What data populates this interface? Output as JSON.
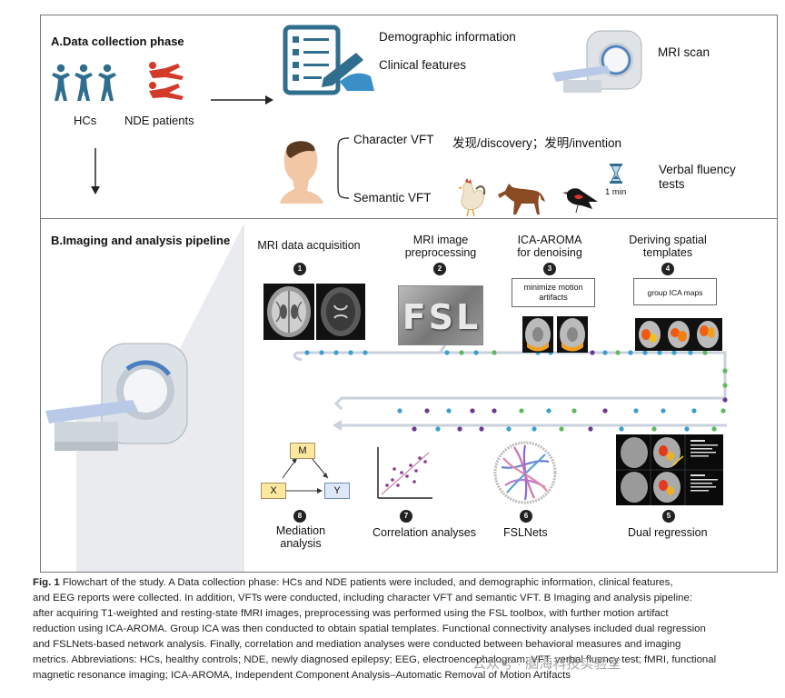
{
  "section_a": {
    "title": "A.Data collection phase",
    "hcs_label": "HCs",
    "nde_label": "NDE patients",
    "demographic": "Demographic information",
    "clinical": "Clinical features",
    "mri_scan": "MRI scan",
    "character_vft": "Character VFT",
    "character_examples": "发现/discovery；发明/invention",
    "semantic_vft": "Semantic VFT",
    "time_label": "1 min",
    "verbal_fluency_1": "Verbal fluency",
    "verbal_fluency_2": "tests"
  },
  "section_b": {
    "title": "B.Imaging and analysis pipeline",
    "steps": [
      {
        "num": "1",
        "label1": "MRI data acquisition",
        "label2": ""
      },
      {
        "num": "2",
        "label1": "MRI image",
        "label2": "preprocessing"
      },
      {
        "num": "3",
        "label1": "ICA-AROMA",
        "label2": "for denoising"
      },
      {
        "num": "4",
        "label1": "Deriving spatial",
        "label2": "templates"
      },
      {
        "num": "5",
        "label1": "Dual regression",
        "label2": ""
      },
      {
        "num": "6",
        "label1": "FSLNets",
        "label2": ""
      },
      {
        "num": "7",
        "label1": "Correlation analyses",
        "label2": ""
      },
      {
        "num": "8",
        "label1": "Mediation",
        "label2": "analysis"
      }
    ],
    "fsl_text": "FSL",
    "motion_box_1": "minimize motion",
    "motion_box_2": "artifacts",
    "group_ica": "group ICA maps",
    "mediation_m": "M",
    "mediation_x": "X",
    "mediation_y": "Y"
  },
  "caption": {
    "fig": "Fig. 1",
    "lines": [
      "Flowchart of the study. A Data collection phase: HCs and NDE patients were included, and demographic information, clinical features,",
      "and EEG reports were collected. In addition, VFTs were conducted, including character VFT and semantic VFT. B Imaging and analysis pipeline:",
      "after acquiring T1-weighted and resting-state fMRI images, preprocessing was performed using the FSL toolbox, with further motion artifact",
      "reduction using ICA-AROMA. Group ICA was then conducted to obtain spatial templates. Functional connectivity analyses included dual regression",
      "and FSLNets-based network analysis. Finally, correlation and mediation analyses were conducted between behavioral measures and imaging",
      "metrics. Abbreviations: HCs, healthy controls; NDE, newly diagnosed epilepsy; EEG, electroencephalogram; VFT, verbal fluency test; fMRI, functional",
      "magnetic resonance imaging; ICA-AROMA, Independent Component Analysis–Automatic Removal of Motion Artifacts"
    ]
  },
  "watermark": "公众号 · 脑海科技实验室",
  "colors": {
    "people": "#2f6e8e",
    "patients": "#d23a2a",
    "dot_blue": "#3a9fd0",
    "dot_green": "#5cba5c",
    "dot_purple": "#6a3a92",
    "clipboard": "#2f6e8e",
    "mediation_box": "#fde8a0"
  }
}
